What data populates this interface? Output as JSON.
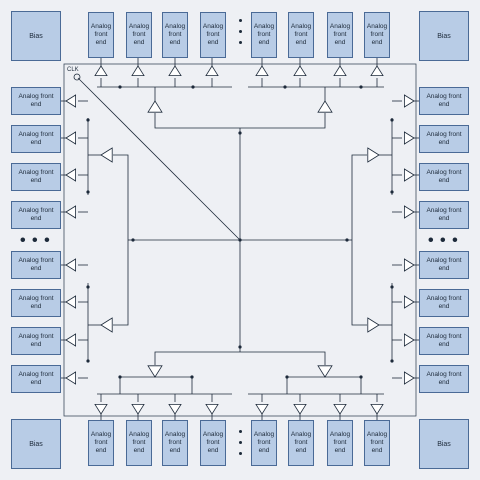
{
  "afe_label": "Analog front end",
  "bias_label": "Bias",
  "clock_label": "CLK",
  "ellipsis": "• • •",
  "blocks": {
    "top_count": 8,
    "bottom_count": 8,
    "left_count": 8,
    "right_count": 8,
    "corner_bias_count": 4
  }
}
